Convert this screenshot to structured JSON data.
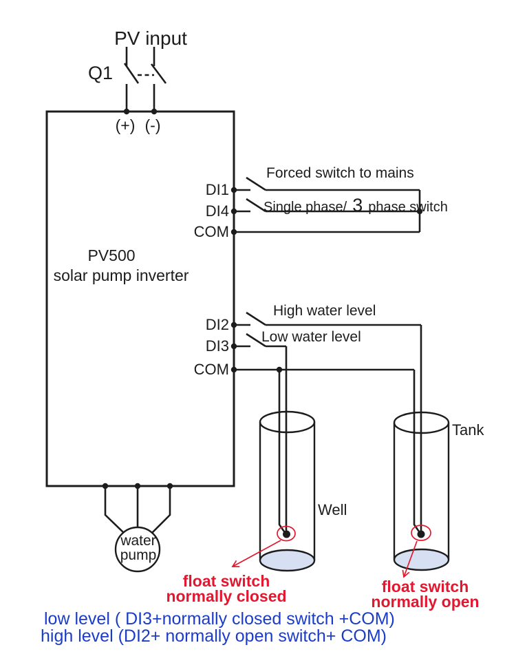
{
  "colors": {
    "ink": "#1c1c1c",
    "red": "#e1182f",
    "blue": "#1a3cc8",
    "water": "#d6e0f2",
    "bg": "#ffffff"
  },
  "header": {
    "pv_input": "PV input",
    "breaker_label": "Q1",
    "positive": "(+)",
    "negative": "(-)"
  },
  "inverter": {
    "model": "PV500",
    "name": "solar pump inverter"
  },
  "terminals": {
    "di1": "DI1",
    "di4": "DI4",
    "com1": "COM",
    "di2": "DI2",
    "di3": "DI3",
    "com2": "COM"
  },
  "signal_labels": {
    "di1": "Forced switch to mains",
    "di4_prefix": "Single phase/",
    "di4_number": "3",
    "di4_suffix": "phase switch",
    "di2": "High water level",
    "di3": "Low water level"
  },
  "vessels": {
    "well": "Well",
    "tank": "Tank"
  },
  "pump": {
    "line1": "water",
    "line2": "pump"
  },
  "float_notes": {
    "well_line1": "float switch",
    "well_line2": "normally closed",
    "tank_line1": "float switch",
    "tank_line2": "normally open"
  },
  "footnotes": {
    "low": "low level ( DI3+normally closed switch +COM)",
    "high": "high level (DI2+ normally open switch+ COM)"
  }
}
